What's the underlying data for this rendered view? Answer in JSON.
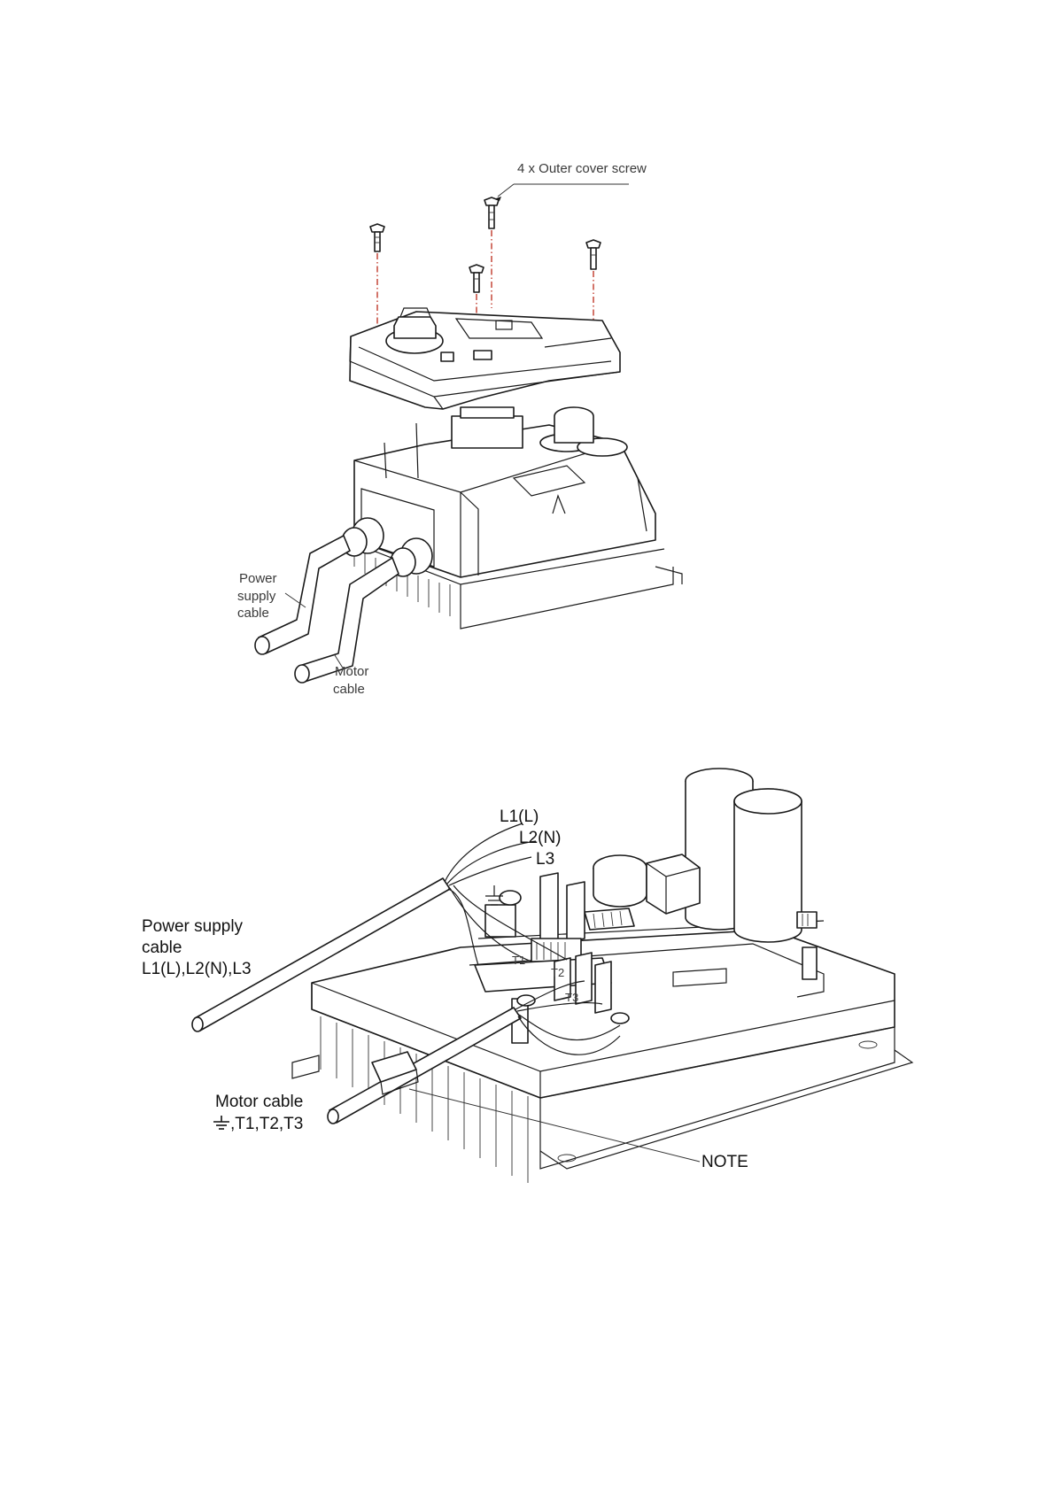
{
  "labels": {
    "screw_label": "4 x Outer cover screw",
    "power_supply_small_1": "Power",
    "power_supply_small_2": "supply",
    "power_supply_small_3": "cable",
    "motor_small_1": "Motor",
    "motor_small_2": "cable",
    "l1": "L1(L)",
    "l2": "L2(N)",
    "l3": "L3",
    "power_supply_large_1": "Power supply",
    "power_supply_large_2": "cable",
    "power_supply_large_3": "L1(L),L2(N),L3",
    "motor_large_1": "Motor cable",
    "motor_large_2": ",T1,T2,T3",
    "t1": "T1",
    "t2": "T2",
    "t3": "T3",
    "note": "NOTE"
  },
  "icons": {
    "ground": "ground-symbol-icon",
    "screw": "screw-icon"
  },
  "colors": {
    "line": "#1a1a1a",
    "axis_dash": "#c0392b"
  }
}
